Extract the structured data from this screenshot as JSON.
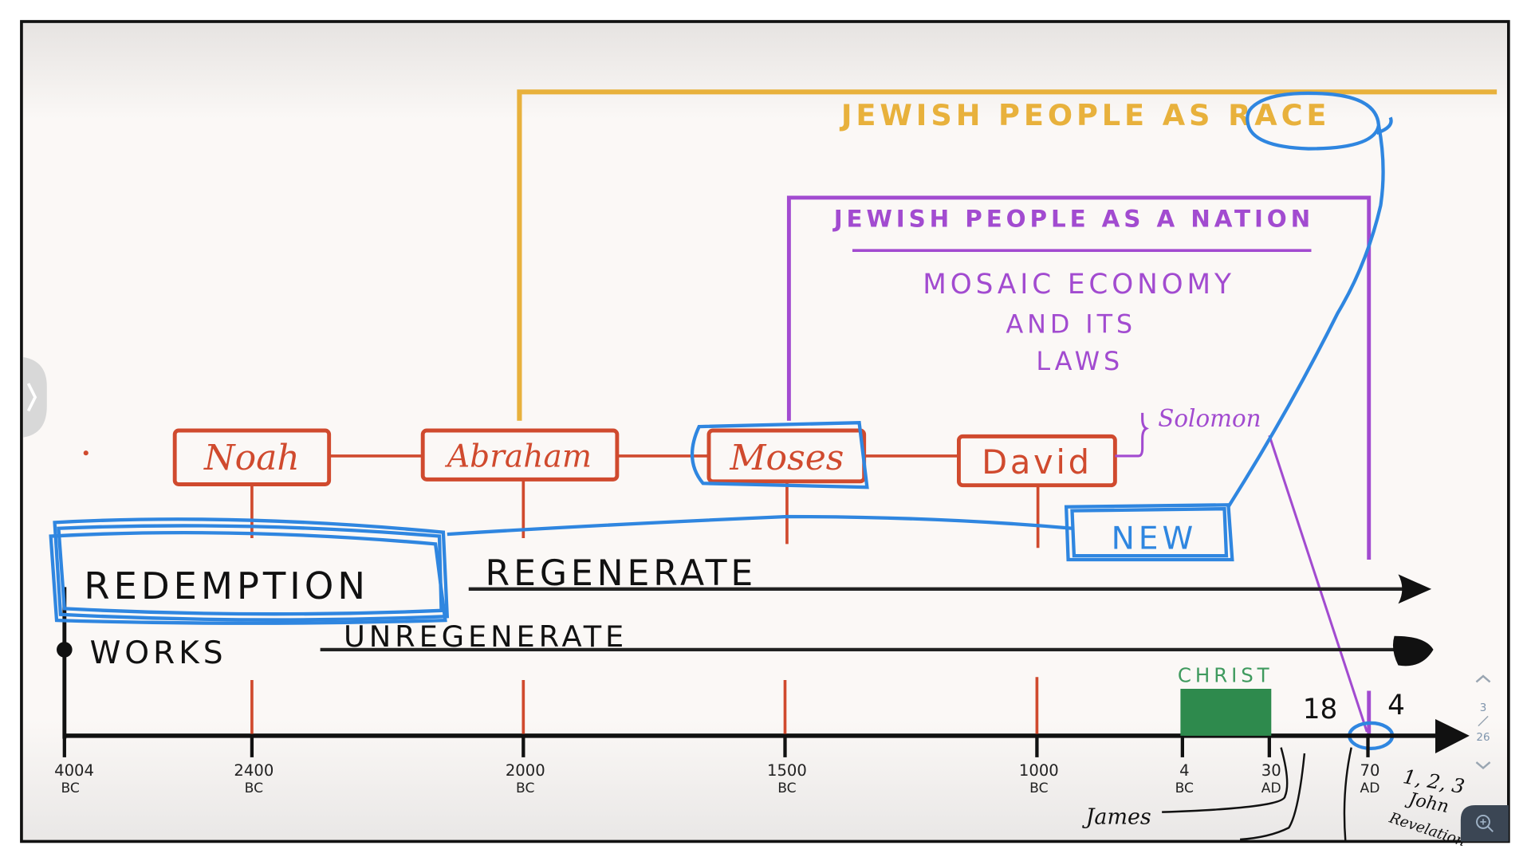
{
  "colors": {
    "race": "#e8b13c",
    "nation": "#a24bd0",
    "patriarch": "#d04a2e",
    "annotation": "#2f86e0",
    "axis": "#111111",
    "christ": "#2e8a4d",
    "christ_label": "#3f9a5e",
    "canvas": "#fbf8f6",
    "ui_gray": "#9aa6b2"
  },
  "frames": {
    "race_label": "JEWISH PEOPLE AS RACE",
    "nation_label": "JEWISH PEOPLE AS A NATION",
    "nation_body": [
      "MOSAIC ECONOMY",
      "AND ITS",
      "LAWS"
    ]
  },
  "patriarchs": [
    {
      "name": "Noah"
    },
    {
      "name": "Abraham"
    },
    {
      "name": "Moses"
    },
    {
      "name": "David"
    }
  ],
  "side_notes": {
    "solomon": "Solomon",
    "new": "NEW",
    "james": "James",
    "john": [
      "1, 2, 3",
      "John",
      "Revelation"
    ]
  },
  "tracks": {
    "redemption": "REDEMPTION",
    "regenerate": "REGENERATE",
    "works": "WORKS",
    "unregenerate": "UNREGENERATE"
  },
  "timeline": {
    "ticks": [
      {
        "value": "4004",
        "era": "BC"
      },
      {
        "value": "2400",
        "era": "BC"
      },
      {
        "value": "2000",
        "era": "BC"
      },
      {
        "value": "1500",
        "era": "BC"
      },
      {
        "value": "1000",
        "era": "BC"
      },
      {
        "value": "4",
        "era": "BC"
      },
      {
        "value": "30",
        "era": "AD"
      },
      {
        "value": "70",
        "era": "AD"
      }
    ],
    "christ_label": "CHRIST",
    "gap_left": "18",
    "gap_right": "4"
  },
  "viewer": {
    "page_current": "3",
    "page_total": "26",
    "page_up_icon": "chevron-up-icon",
    "page_down_icon": "chevron-down-icon",
    "zoom_icon": "zoom-in-icon",
    "side_tab_icon": "chevron-right-icon"
  }
}
